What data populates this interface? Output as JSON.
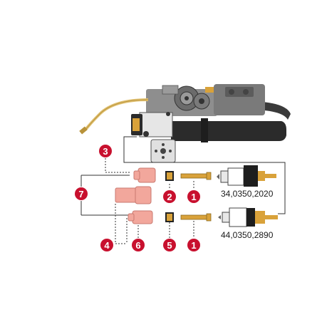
{
  "diagram": {
    "part_numbers": {
      "upper": "34,0350,2020",
      "lower": "44,0350,2890"
    },
    "callouts": {
      "c3": "3",
      "c7": "7",
      "c4": "4",
      "c2": "2",
      "c1_upper": "1",
      "c6": "6",
      "c5": "5",
      "c1_lower": "1"
    },
    "colors": {
      "callout_red": "#c8102e",
      "nozzle_pink": "#f2a79c",
      "gas_lens_gold": "#d9a23a",
      "torch_body_dark": "#2b2b2b",
      "machine_gray": "#9a9a9a",
      "cable_gold": "#e0c070"
    }
  }
}
